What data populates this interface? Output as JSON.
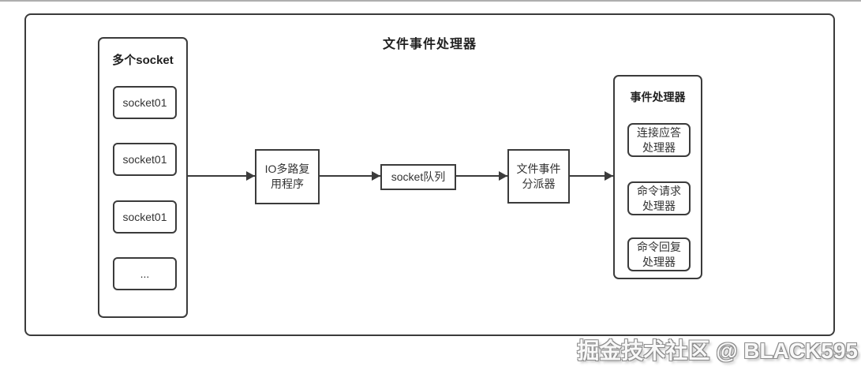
{
  "diagram": {
    "title": "文件事件处理器",
    "left_group": {
      "title": "多个socket",
      "items": [
        "socket01",
        "socket01",
        "socket01",
        "..."
      ]
    },
    "flow_nodes": {
      "multiplexer": "IO多路复用程序",
      "queue": "socket队列",
      "dispatcher": "文件事件分派器"
    },
    "right_group": {
      "title": "事件处理器",
      "items": [
        "连接应答处理器",
        "命令请求处理器",
        "命令回复处理器"
      ]
    }
  },
  "watermark": "掘金技术社区 @ BLACK595",
  "colors": {
    "border": "#3b3b3b",
    "text": "#2f2f2f",
    "top_divider": "#aeaeae",
    "watermark_fill": "#f8f8f8",
    "watermark_outline": "#8c8c8c"
  }
}
